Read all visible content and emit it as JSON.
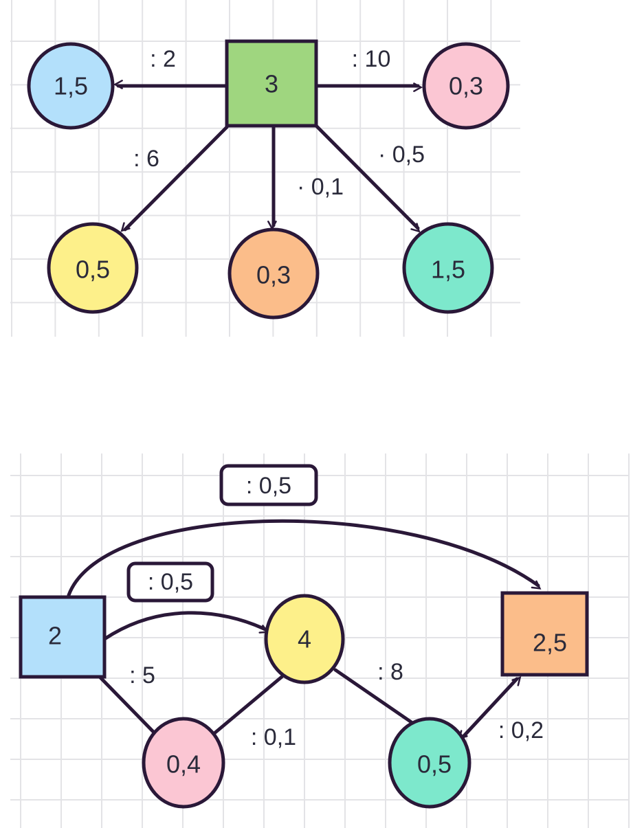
{
  "colors": {
    "blue": "#b3e0fb",
    "green": "#9fd67f",
    "pink": "#fbc6d3",
    "yellow": "#fdf08a",
    "orange": "#fbbd8a",
    "teal": "#7de8cc",
    "stroke": "#2a1838"
  },
  "diagram1": {
    "center": {
      "label": "3",
      "shape": "square",
      "color": "green"
    },
    "nodes": [
      {
        "id": "blue",
        "label": "1,5"
      },
      {
        "id": "pink",
        "label": "0,3"
      },
      {
        "id": "yellow",
        "label": "0,5"
      },
      {
        "id": "orange",
        "label": "0,3"
      },
      {
        "id": "teal",
        "label": "1,5"
      }
    ],
    "edges": [
      {
        "to": "blue",
        "label": ": 2"
      },
      {
        "to": "pink",
        "label": ": 10"
      },
      {
        "to": "yellow",
        "label": ": 6"
      },
      {
        "to": "orange",
        "label": "· 0,1"
      },
      {
        "to": "teal",
        "label": "· 0,5"
      }
    ]
  },
  "diagram2": {
    "nodes": [
      {
        "id": "square-blue",
        "label": "2",
        "shape": "square"
      },
      {
        "id": "square-orange",
        "label": "2,5",
        "shape": "square"
      },
      {
        "id": "yellow",
        "label": "4",
        "shape": "circle"
      },
      {
        "id": "pink",
        "label": "0,4",
        "shape": "circle"
      },
      {
        "id": "teal",
        "label": "0,5",
        "shape": "circle"
      }
    ],
    "edges": [
      {
        "from": "square-blue",
        "to": "square-orange",
        "label": ": 0,5",
        "directed": true
      },
      {
        "from": "square-blue",
        "to": "yellow",
        "label": ": 0,5",
        "directed": true
      },
      {
        "from": "square-blue",
        "to": "pink",
        "label": ": 5",
        "directed": false
      },
      {
        "from": "pink",
        "to": "yellow",
        "label": ": 0,1",
        "directed": false
      },
      {
        "from": "yellow",
        "to": "teal",
        "label": ": 8",
        "directed": false
      },
      {
        "from": "teal",
        "to": "square-orange",
        "label": ": 0,2",
        "directed": "both"
      }
    ]
  }
}
